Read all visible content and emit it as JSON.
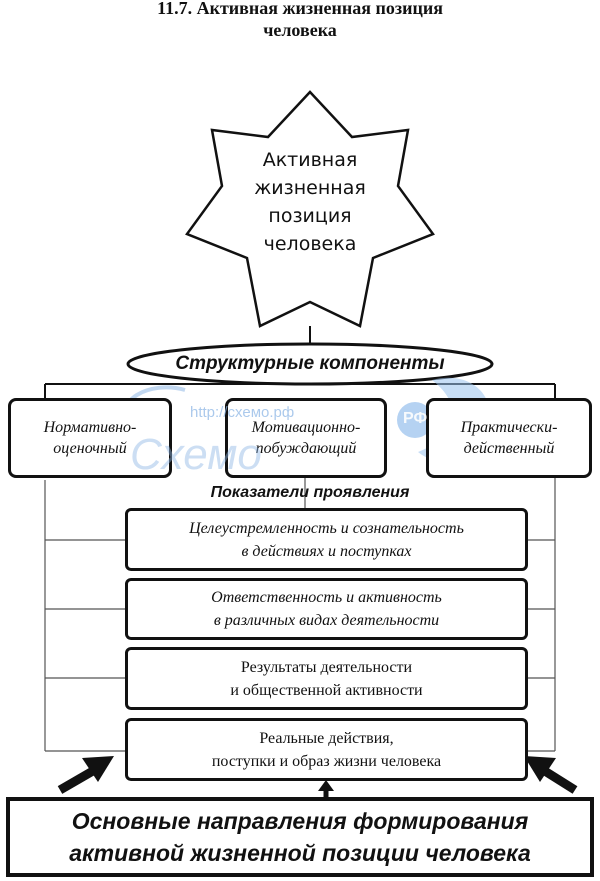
{
  "title": {
    "line1": "11.7. Активная жизненная позиция",
    "line2": "человека"
  },
  "center": {
    "line1": "Активная",
    "line2": "жизненная",
    "line3": "позиция",
    "line4": "человека"
  },
  "components_label": "Структурные компоненты",
  "components": [
    {
      "line1": "Нормативно-",
      "line2": "оценочный"
    },
    {
      "line1": "Мотивационно-",
      "line2": "побуждающий"
    },
    {
      "line1": "Практически-",
      "line2": "действенный"
    }
  ],
  "indicators_label": "Показатели проявления",
  "indicators": [
    {
      "line1": "Целеустремленность и сознательность",
      "line2": "в действиях и поступках"
    },
    {
      "line1": "Ответственность и активность",
      "line2": "в различных видах деятельности"
    },
    {
      "line1": "Результаты деятельности",
      "line2": "и общественной активности"
    },
    {
      "line1": "Реальные действия,",
      "line2": "поступки и образ жизни человека"
    }
  ],
  "bottom": {
    "line1": "Основные направления формирования",
    "line2": "активной жизненной позиции человека"
  },
  "watermark": {
    "url": "http://схемо.рф",
    "logo": "Схемо",
    "badge": "РФ"
  },
  "colors": {
    "ink": "#111111",
    "watermark": "#8fb8e6"
  }
}
